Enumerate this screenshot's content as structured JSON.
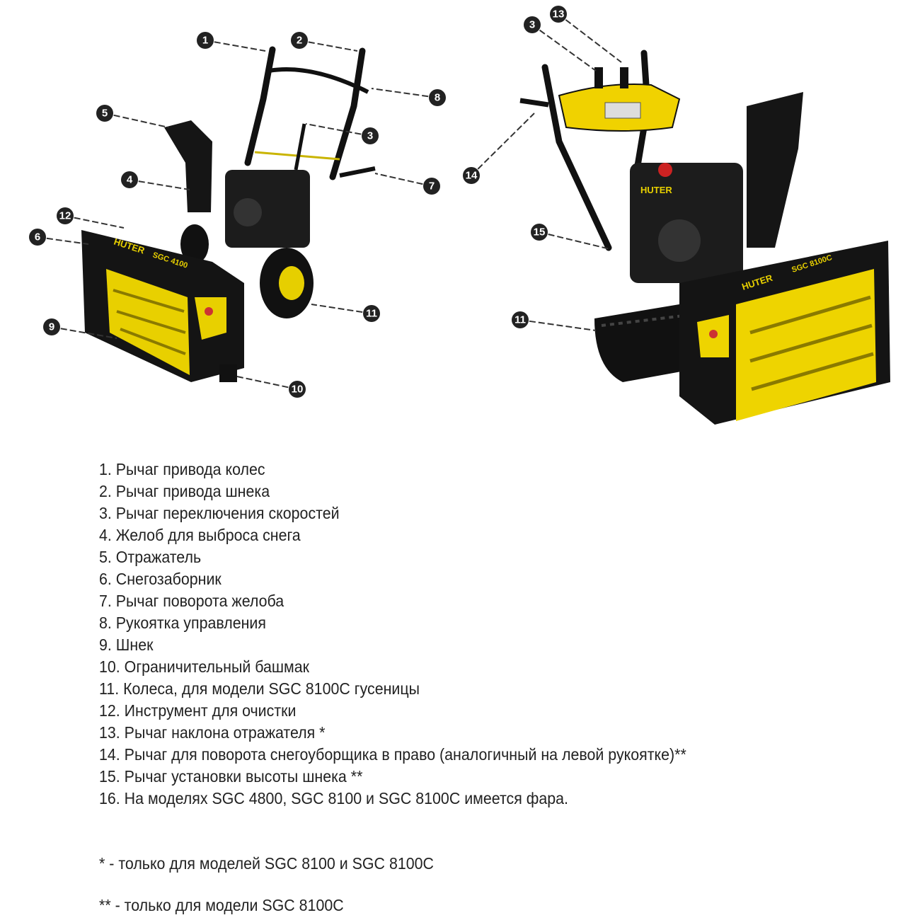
{
  "colors": {
    "body": "#1a1a1a",
    "accent": "#f2d600",
    "background": "#ffffff"
  },
  "machines": {
    "left": {
      "brand_label": "HUTER",
      "model_label": "SGC 4100",
      "callouts": [
        "1",
        "2",
        "8",
        "5",
        "3",
        "4",
        "7",
        "12",
        "6",
        "11",
        "9",
        "10"
      ]
    },
    "right": {
      "brand_label": "HUTER",
      "model_label": "SGC 8100C",
      "callouts": [
        "3",
        "13",
        "14",
        "15",
        "11"
      ]
    }
  },
  "legend": [
    "1.  Рычаг привода колес",
    "2.  Рычаг привода шнека",
    "3.  Рычаг переключения скоростей",
    "4.  Желоб для выброса снега",
    "5.  Отражатель",
    "6.  Снегозаборник",
    "7.  Рычаг поворота желоба",
    "8.  Рукоятка управления",
    "9.  Шнек",
    "10. Ограничительный башмак",
    "11. Колеса, для модели SGC 8100C гусеницы",
    "12.  Инструмент для очистки",
    "13. Рычаг наклона отражателя *",
    "14. Рычаг для поворота снегоуборщика в право (аналогичный на левой рукоятке)**",
    "15. Рычаг установки высоты шнека **",
    "16. На моделях SGC 4800, SGC 8100 и SGC 8100C имеется фара."
  ],
  "notes": {
    "single": "* - только для моделей SGC 8100 и SGC 8100C",
    "double": "** - только для модели SGC 8100C"
  }
}
